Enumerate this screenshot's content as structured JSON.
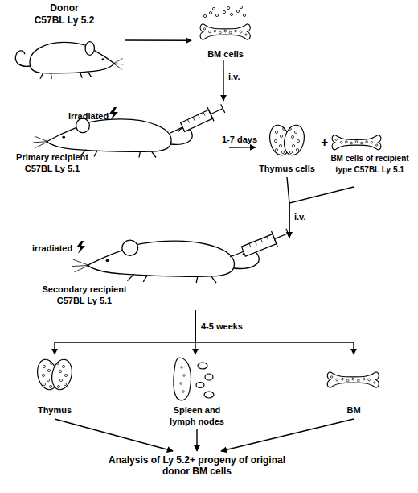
{
  "diagram": {
    "nodes": [
      {
        "text": [
          "Donor",
          "C57BL Ly 5.2"
        ]
      },
      {
        "text": [
          "BM cells"
        ]
      },
      {
        "text": [
          "Primary recipient",
          "C57BL Ly 5.1"
        ]
      },
      {
        "text": [
          "Thymus cells"
        ]
      },
      {
        "text": [
          "BM cells of recipient type C57BL Ly 5.1"
        ]
      },
      {
        "text": [
          "Secondary recipient",
          "C57BL Ly 5.1"
        ]
      },
      {
        "text": [
          "Thymus"
        ]
      },
      {
        "text": [
          "Spleen and lymph nodes"
        ]
      },
      {
        "text": [
          "BM"
        ]
      },
      {
        "text": [
          "Analysis of Ly 5.2+ progeny of original donor BM cells"
        ]
      }
    ],
    "edges": [
      {
        "from": 0,
        "to": 1,
        "arrow": "to"
      },
      {
        "from": 1,
        "to": 2,
        "label": "i.v.",
        "arrow": "to"
      },
      {
        "from": 2,
        "to": 3,
        "label": "1-7 days",
        "arrow": "to"
      },
      {
        "from": 3,
        "to": 5,
        "label": "i.v.",
        "arrow": "to"
      },
      {
        "from": 4,
        "to": 5,
        "arrow": "to"
      },
      {
        "from": 5,
        "to": 6,
        "arrow": "to"
      },
      {
        "from": 5,
        "to": 7,
        "label": "4-5 weeks",
        "arrow": "to"
      },
      {
        "from": 5,
        "to": 8,
        "arrow": "to"
      },
      {
        "from": 6,
        "to": 9,
        "arrow": "to"
      },
      {
        "from": 7,
        "to": 9,
        "arrow": "to"
      },
      {
        "from": 8,
        "to": 9,
        "arrow": "to"
      }
    ],
    "labels": [
      "irradiated",
      "+",
      "irradiated"
    ]
  }
}
